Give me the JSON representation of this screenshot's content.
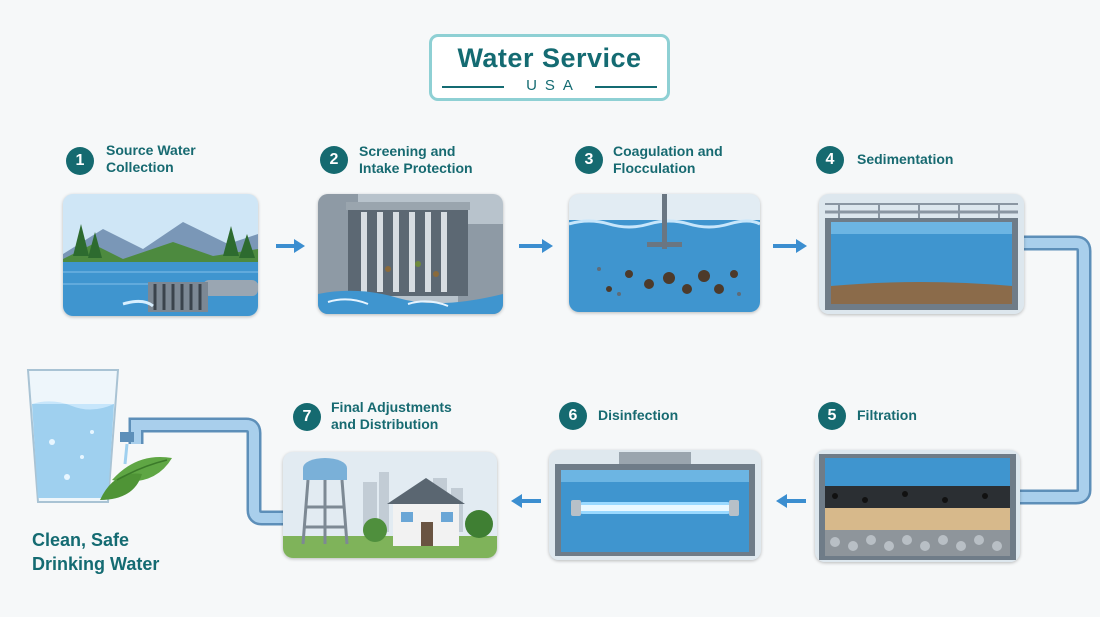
{
  "logo": {
    "title": "Water Service",
    "subtitle": "USA"
  },
  "steps": [
    {
      "number": "1",
      "title": "Source Water\nCollection",
      "icon": "lake-intake-pipe"
    },
    {
      "number": "2",
      "title": "Screening and\nIntake Protection",
      "icon": "bar-screen"
    },
    {
      "number": "3",
      "title": "Coagulation and\nFlocculation",
      "icon": "mixing-tank"
    },
    {
      "number": "4",
      "title": "Sedimentation",
      "icon": "settling-tank"
    },
    {
      "number": "5",
      "title": "Filtration",
      "icon": "filter-layers"
    },
    {
      "number": "6",
      "title": "Disinfection",
      "icon": "uv-lamp-tank"
    },
    {
      "number": "7",
      "title": "Final Adjustments\nand Distribution",
      "icon": "water-tower-house"
    }
  ],
  "final": {
    "text": "Clean, Safe\nDrinking Water",
    "icon": "glass-of-water"
  },
  "colors": {
    "brand": "#146b72",
    "water": "#3f9fd8",
    "arrow": "#3b8ed0",
    "pipe": "#7fb4d9"
  }
}
